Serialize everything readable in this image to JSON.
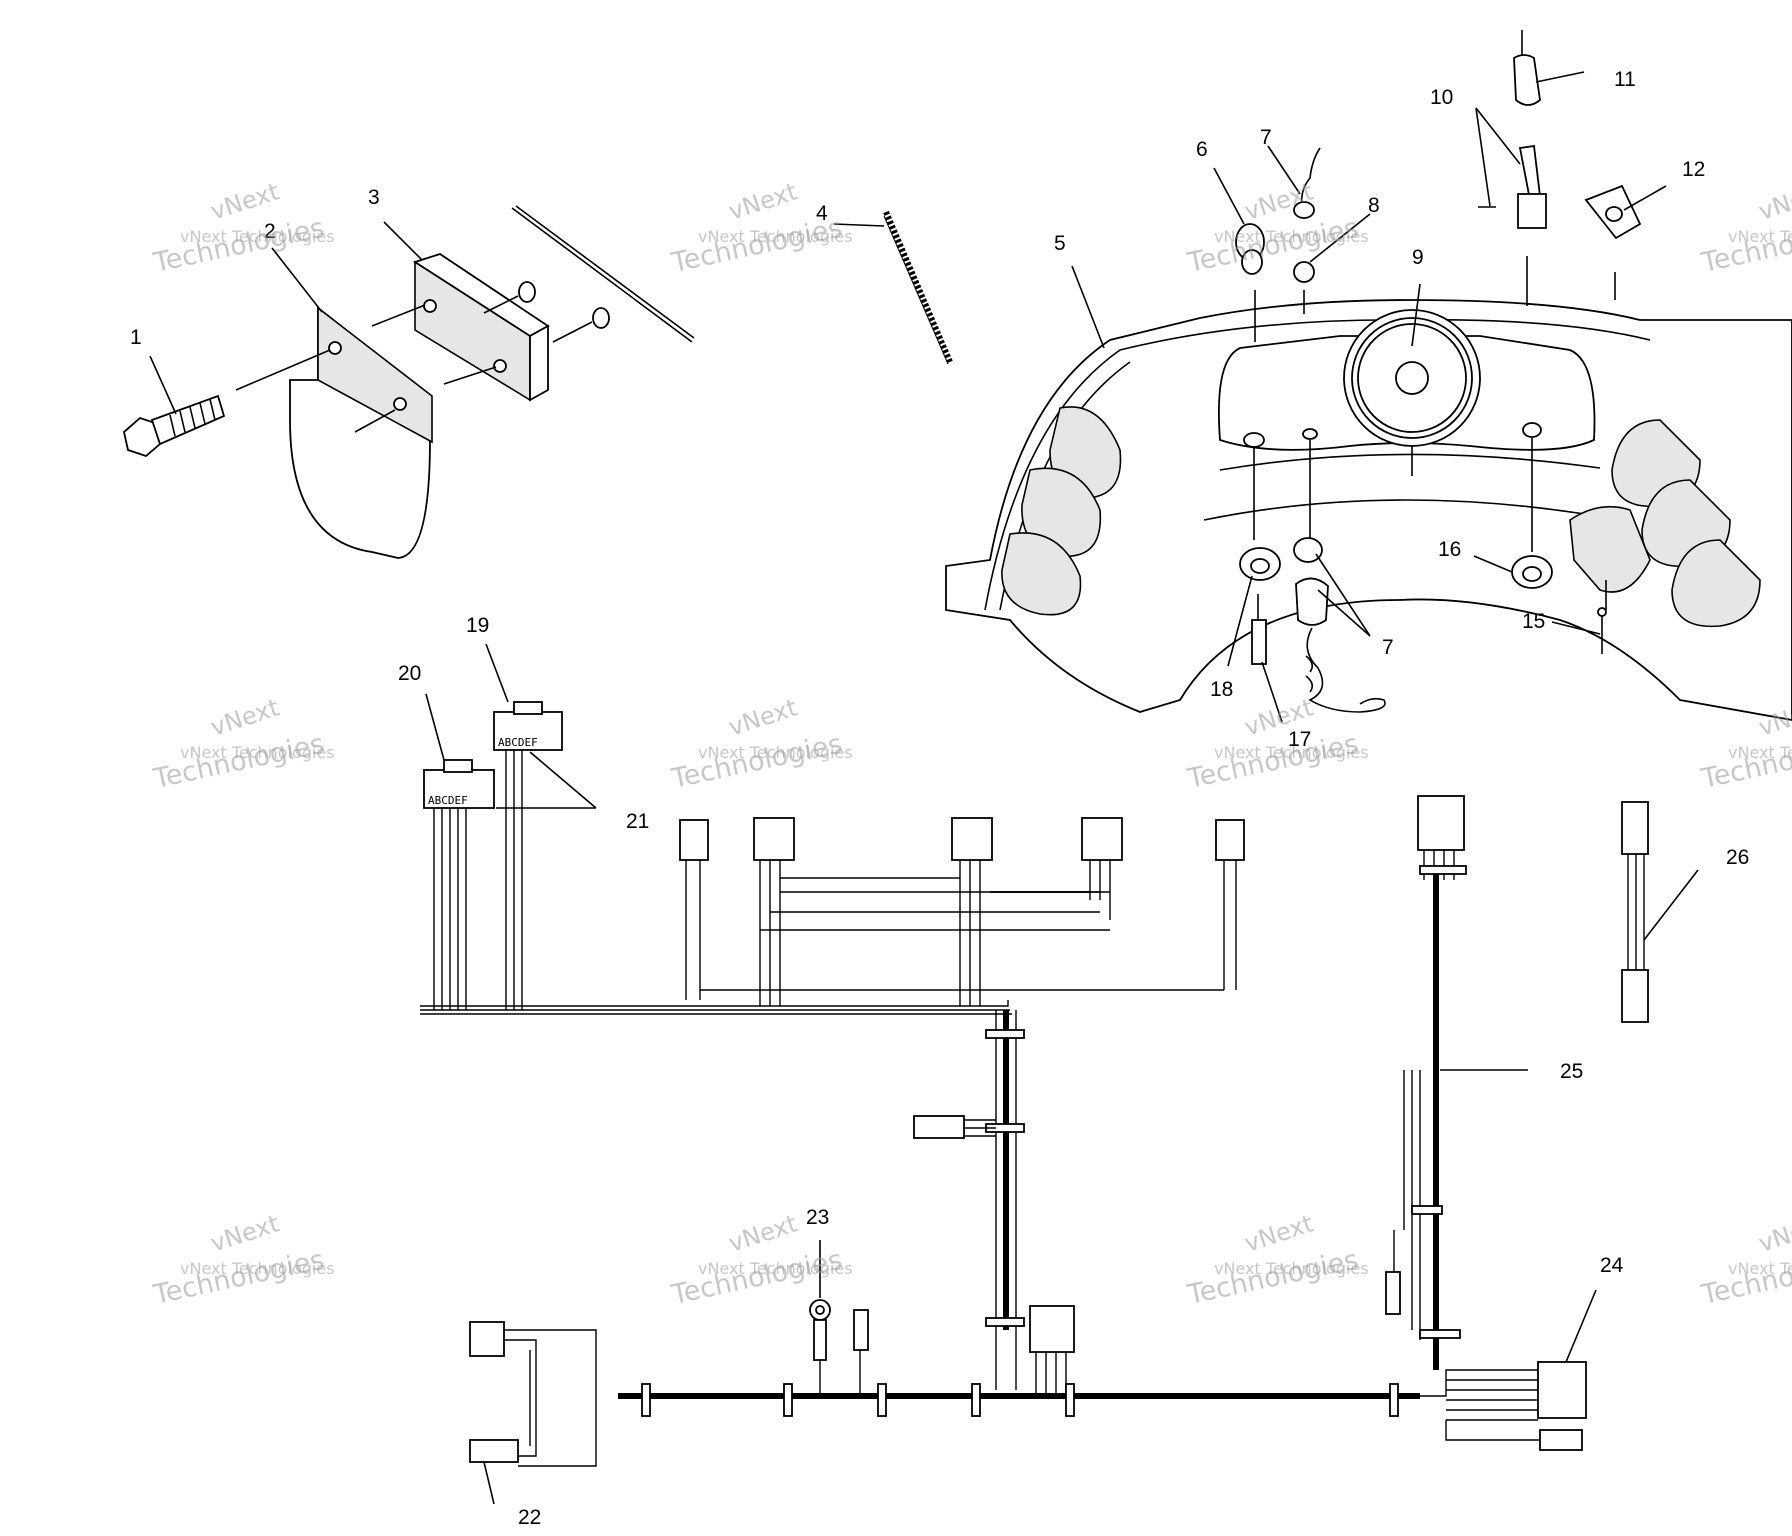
{
  "callouts": {
    "c1": "1",
    "c2": "2",
    "c3": "3",
    "c4": "4",
    "c5": "5",
    "c6": "6",
    "c7a": "7",
    "c7b": "7",
    "c8": "8",
    "c9": "9",
    "c10": "10",
    "c11": "11",
    "c12": "12",
    "c15": "15",
    "c16": "16",
    "c17": "17",
    "c18": "18",
    "c19": "19",
    "c20": "20",
    "c21": "21",
    "c22": "22",
    "c23": "23",
    "c24": "24",
    "c25": "25",
    "c26": "26"
  },
  "connectors": {
    "pins19": "ABCDEF",
    "pins20": "ABCDEF"
  },
  "watermark": {
    "line1": "vNext",
    "line2": "vNext Technologies",
    "line3": "Technologies"
  }
}
